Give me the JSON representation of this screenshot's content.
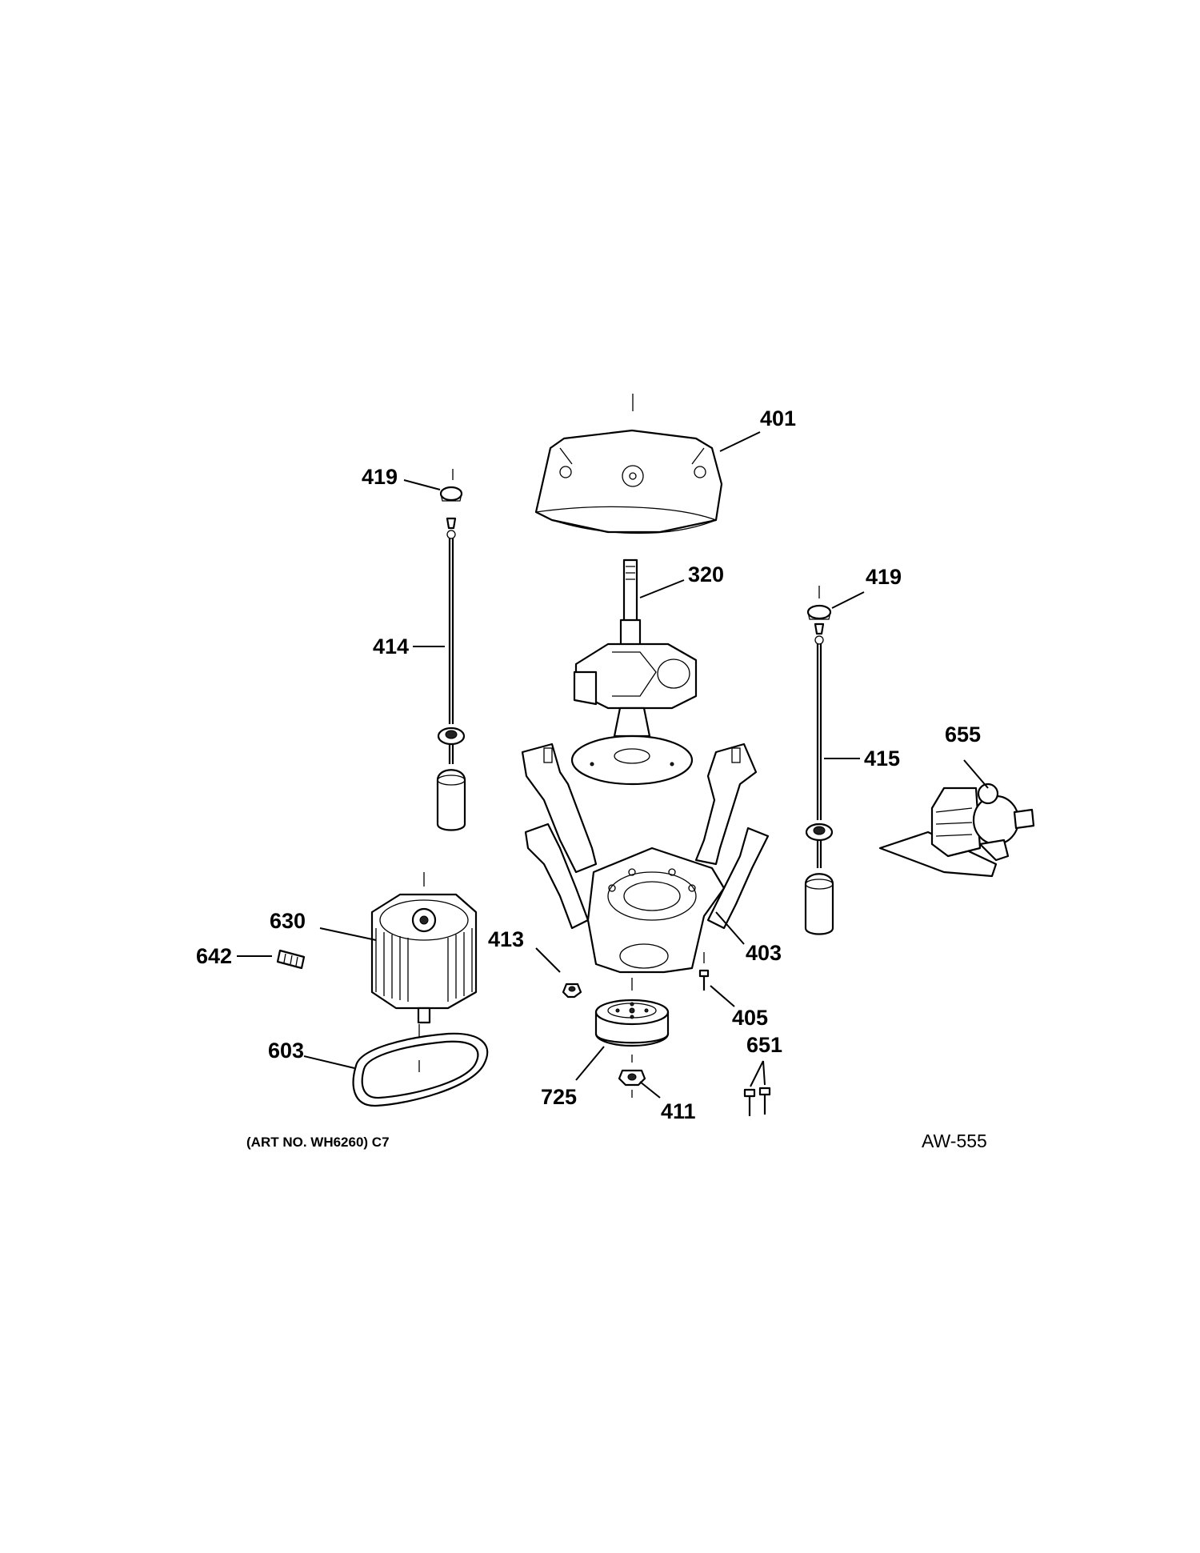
{
  "callouts": {
    "c401": "401",
    "c419a": "419",
    "c320": "320",
    "c419b": "419",
    "c414": "414",
    "c655": "655",
    "c415": "415",
    "c630": "630",
    "c413": "413",
    "c403": "403",
    "c642": "642",
    "c405": "405",
    "c651": "651",
    "c603": "603",
    "c725": "725",
    "c411": "411"
  },
  "footer": {
    "art_number": "(ART NO. WH6260) C7",
    "diagram_code": "AW-555"
  }
}
